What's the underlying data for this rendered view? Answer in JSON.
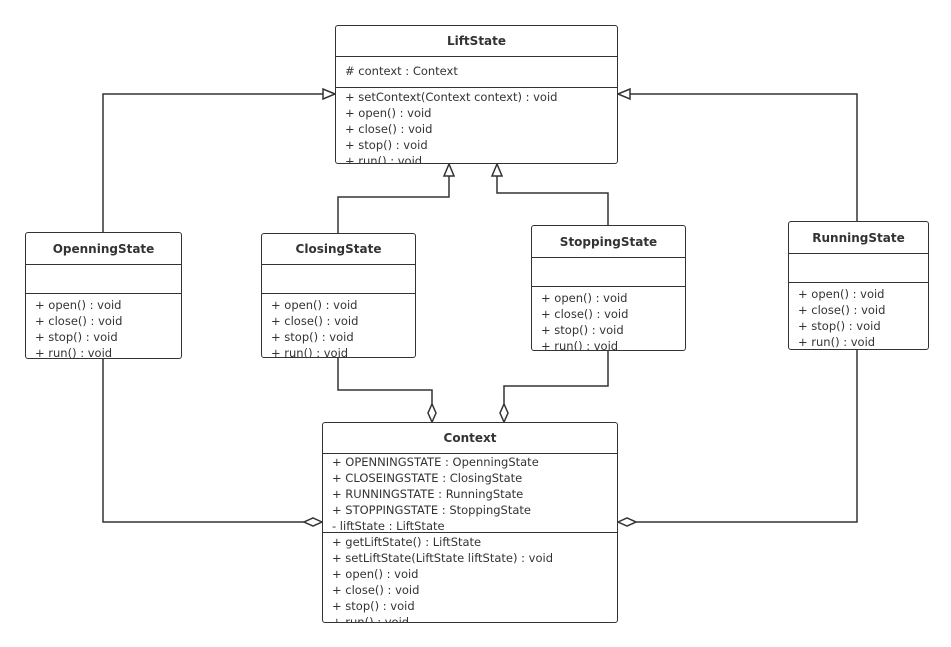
{
  "classes": {
    "liftstate": {
      "name": "LiftState",
      "attributes": [
        "# context : Context"
      ],
      "operations": [
        "+ setContext(Context context) : void",
        "+ open() : void",
        "+ close() : void",
        "+ stop() : void",
        "+ run() : void"
      ]
    },
    "openning": {
      "name": "OpenningState",
      "attributes": [],
      "operations": [
        "+ open() : void",
        "+ close() : void",
        "+ stop() : void",
        "+ run() : void"
      ]
    },
    "closing": {
      "name": "ClosingState",
      "attributes": [],
      "operations": [
        "+ open() : void",
        "+ close() : void",
        "+ stop() : void",
        "+ run() : void"
      ]
    },
    "stopping": {
      "name": "StoppingState",
      "attributes": [],
      "operations": [
        "+ open() : void",
        "+ close() : void",
        "+ stop() : void",
        "+ run() : void"
      ]
    },
    "running": {
      "name": "RunningState",
      "attributes": [],
      "operations": [
        "+ open() : void",
        "+ close() : void",
        "+ stop() : void",
        "+ run() : void"
      ]
    },
    "context": {
      "name": "Context",
      "attributes": [
        "+ OPENNINGSTATE : OpenningState",
        "+ CLOSEINGSTATE : ClosingState",
        "+ RUNNINGSTATE : RunningState",
        "+ STOPPINGSTATE : StoppingState",
        "- liftState : LiftState"
      ],
      "operations": [
        "+ getLiftState() : LiftState",
        "+ setLiftState(LiftState liftState) : void",
        "+ open() : void",
        "+ close() : void",
        "+ stop() : void",
        "+ run() : void"
      ]
    }
  },
  "relationships": [
    {
      "type": "generalization",
      "from": "openning",
      "to": "liftstate"
    },
    {
      "type": "generalization",
      "from": "running",
      "to": "liftstate"
    },
    {
      "type": "generalization",
      "from": "closing",
      "to": "liftstate"
    },
    {
      "type": "generalization",
      "from": "stopping",
      "to": "liftstate"
    },
    {
      "type": "aggregation",
      "from": "closing",
      "to": "context"
    },
    {
      "type": "aggregation",
      "from": "stopping",
      "to": "context"
    },
    {
      "type": "aggregation",
      "from": "openning",
      "to": "context"
    },
    {
      "type": "aggregation",
      "from": "running",
      "to": "context"
    }
  ],
  "colors": {
    "stroke": "#333333",
    "background": "#ffffff"
  }
}
